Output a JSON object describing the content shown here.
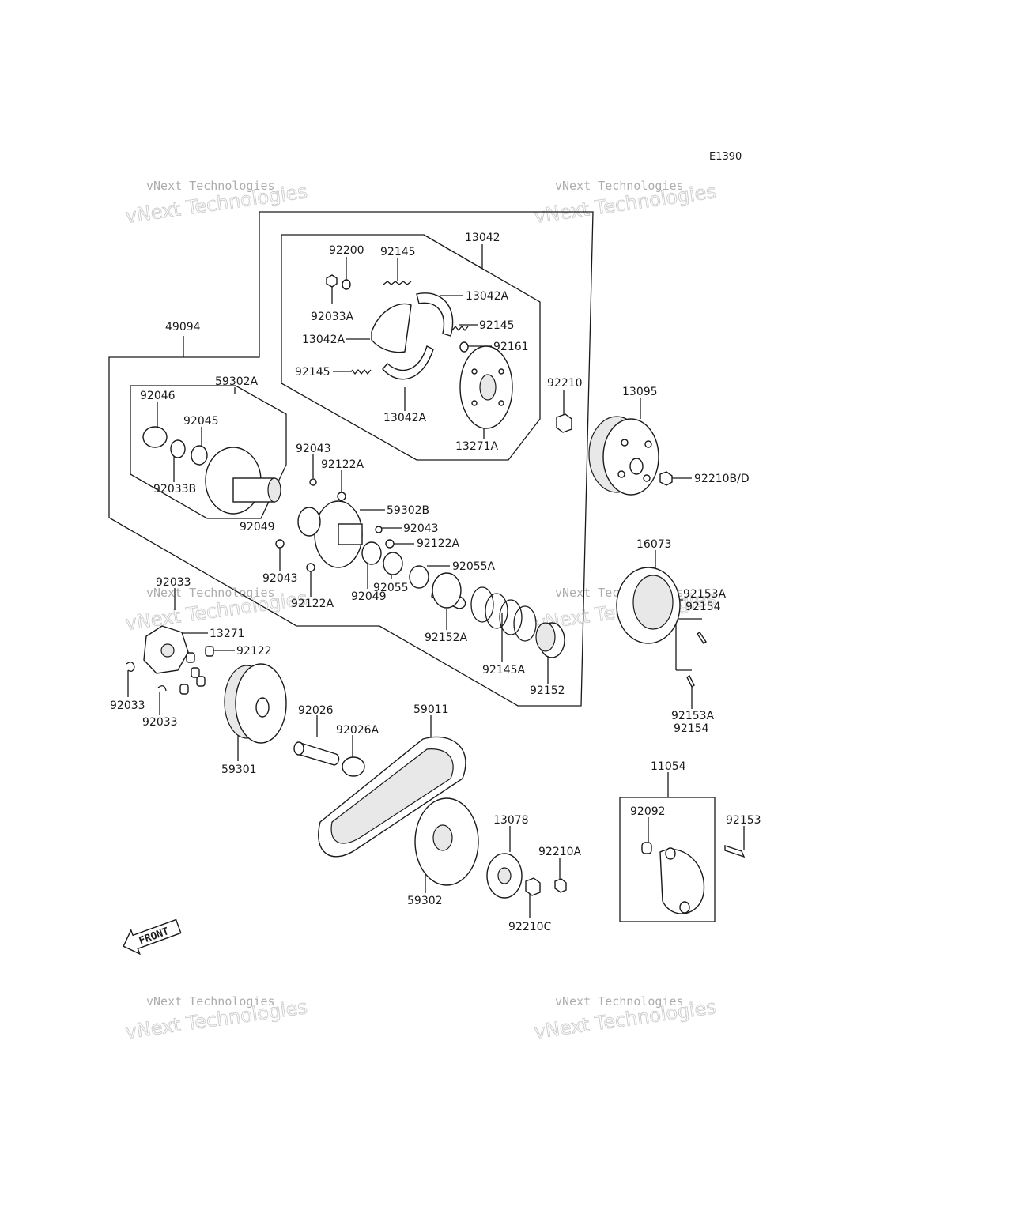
{
  "diagram_code": "E1390",
  "front_label": "FRONT",
  "watermarks": [
    {
      "line1": "vNext Technologies",
      "line2": "vNext Technologies"
    },
    {
      "line1": "vNext Technologies",
      "line2": "vNext Technologies"
    },
    {
      "line1": "vNext Technologies",
      "line2": "vNext Technologies"
    },
    {
      "line1": "vNext Technologies",
      "line2": "vNext Technologies"
    },
    {
      "line1": "vNext Technologies",
      "line2": "vNext Technologies"
    },
    {
      "line1": "vNext Technologies",
      "line2": "vNext Technologies"
    }
  ],
  "parts": [
    {
      "id": "p01",
      "number": "13042"
    },
    {
      "id": "p02",
      "number": "92200"
    },
    {
      "id": "p03",
      "number": "92145"
    },
    {
      "id": "p04",
      "number": "13042A"
    },
    {
      "id": "p05",
      "number": "92033A"
    },
    {
      "id": "p06",
      "number": "92145"
    },
    {
      "id": "p07",
      "number": "13042A"
    },
    {
      "id": "p08",
      "number": "92161"
    },
    {
      "id": "p09",
      "number": "92145"
    },
    {
      "id": "p10",
      "number": "13042A"
    },
    {
      "id": "p11",
      "number": "13271A"
    },
    {
      "id": "p12",
      "number": "49094"
    },
    {
      "id": "p13",
      "number": "92210"
    },
    {
      "id": "p14",
      "number": "13095"
    },
    {
      "id": "p15",
      "number": "59302A"
    },
    {
      "id": "p16",
      "number": "92046"
    },
    {
      "id": "p17",
      "number": "92045"
    },
    {
      "id": "p18",
      "number": "92033B"
    },
    {
      "id": "p19",
      "number": "92043"
    },
    {
      "id": "p20",
      "number": "92122A"
    },
    {
      "id": "p21",
      "number": "92210B/D"
    },
    {
      "id": "p22",
      "number": "59302B"
    },
    {
      "id": "p23",
      "number": "92049"
    },
    {
      "id": "p24",
      "number": "92043"
    },
    {
      "id": "p25",
      "number": "92122A"
    },
    {
      "id": "p26",
      "number": "16073"
    },
    {
      "id": "p27",
      "number": "92055A"
    },
    {
      "id": "p28",
      "number": "92043"
    },
    {
      "id": "p29",
      "number": "92122A"
    },
    {
      "id": "p30",
      "number": "92049"
    },
    {
      "id": "p31",
      "number": "92055"
    },
    {
      "id": "p32",
      "number": "92153A"
    },
    {
      "id": "p33",
      "number": "92154"
    },
    {
      "id": "p34",
      "number": "92033"
    },
    {
      "id": "p35",
      "number": "92152A"
    },
    {
      "id": "p36",
      "number": "13271"
    },
    {
      "id": "p37",
      "number": "92122"
    },
    {
      "id": "p38",
      "number": "92145A"
    },
    {
      "id": "p39",
      "number": "92033"
    },
    {
      "id": "p40",
      "number": "92033"
    },
    {
      "id": "p41",
      "number": "92152"
    },
    {
      "id": "p42",
      "number": "92026"
    },
    {
      "id": "p43",
      "number": "59011"
    },
    {
      "id": "p44",
      "number": "92153A"
    },
    {
      "id": "p45",
      "number": "92154"
    },
    {
      "id": "p46",
      "number": "92026A"
    },
    {
      "id": "p47",
      "number": "59301"
    },
    {
      "id": "p48",
      "number": "11054"
    },
    {
      "id": "p49",
      "number": "92092"
    },
    {
      "id": "p50",
      "number": "92153"
    },
    {
      "id": "p51",
      "number": "13078"
    },
    {
      "id": "p52",
      "number": "92210A"
    },
    {
      "id": "p53",
      "number": "59302"
    },
    {
      "id": "p54",
      "number": "92210C"
    }
  ]
}
